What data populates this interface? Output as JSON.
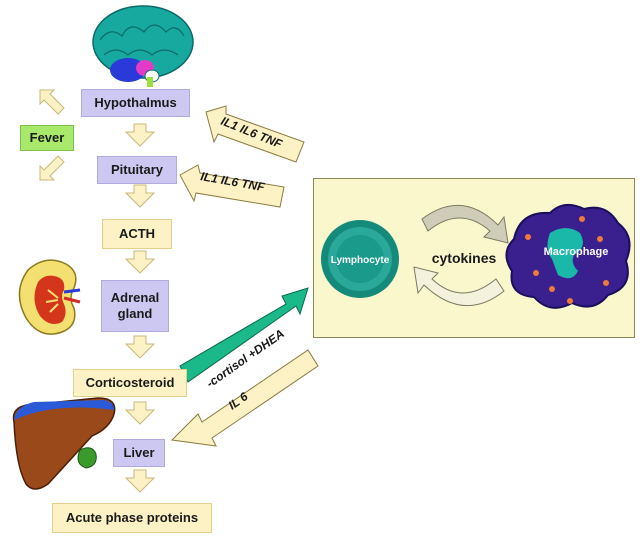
{
  "boxes": {
    "hypothalamus": "Hypothalmus",
    "fever": "Fever",
    "pituitary": "Pituitary",
    "acth": "ACTH",
    "adrenal_line1": "Adrenal",
    "adrenal_line2": "gland",
    "corticosteroid": "Corticosteroid",
    "liver": "Liver",
    "acute": "Acute phase proteins"
  },
  "arrows": {
    "hypothalamus_input": "IL1 IL6 TNF",
    "pituitary_input": "IL1 IL6 TNF",
    "cortisol": "-cortisol +DHEA",
    "il6": "IL 6"
  },
  "panel": {
    "lymphocyte": "Lymphocyte",
    "cytokines": "cytokines",
    "macrophage": "Macrophage"
  },
  "colors": {
    "box_lavender": "#ccc8f2",
    "box_cream": "#fdf2c6",
    "box_green": "#a8e86a",
    "arrow_fill": "#fdf2c6",
    "cortisol_arrow": "#1bb88a",
    "lymphocyte": "#1a9a8a",
    "macrophage": "#3a1f8f",
    "brain": "#1ab0a8",
    "liver": "#9a4a1a"
  }
}
